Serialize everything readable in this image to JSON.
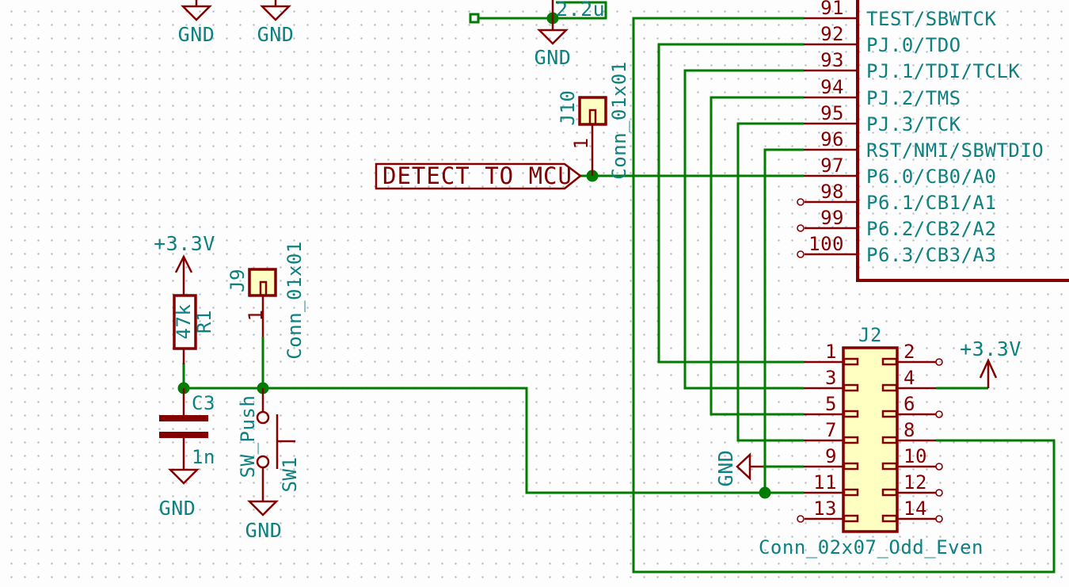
{
  "app": {
    "view": "schematic-canvas"
  },
  "colors": {
    "symbol_outline": "#840000",
    "wire_green": "#007d00",
    "text_teal": "#0d8080",
    "fill_yellow": "#ffffc2",
    "background": "#fdfdfd"
  },
  "power": {
    "gnd": "GND",
    "v33": "+3.3V"
  },
  "labels": {
    "detect_to_mcu": "DETECT_TO_MCU"
  },
  "capacitor_top": {
    "value": "2.2u"
  },
  "resistor_r1": {
    "ref": "R1",
    "value": "47k"
  },
  "capacitor_c3": {
    "ref": "C3",
    "value": "1n"
  },
  "switch_sw1": {
    "ref": "SW1",
    "value": "SW_Push"
  },
  "connector_j9": {
    "ref": "J9",
    "value": "Conn_01x01",
    "pin1": "1"
  },
  "connector_j10": {
    "ref": "J10",
    "value": "Conn_01x01",
    "pin1": "1"
  },
  "connector_j2": {
    "ref": "J2",
    "value": "Conn_02x07_Odd_Even",
    "odd": [
      "1",
      "3",
      "5",
      "7",
      "9",
      "11",
      "13"
    ],
    "even": [
      "2",
      "4",
      "6",
      "8",
      "10",
      "12",
      "14"
    ]
  },
  "mcu": {
    "pins": [
      {
        "num": "91",
        "name": "TEST/SBWTCK"
      },
      {
        "num": "92",
        "name": "PJ.0/TDO"
      },
      {
        "num": "93",
        "name": "PJ.1/TDI/TCLK"
      },
      {
        "num": "94",
        "name": "PJ.2/TMS"
      },
      {
        "num": "95",
        "name": "PJ.3/TCK"
      },
      {
        "num": "96",
        "name": "RST/NMI/SBWTDIO"
      },
      {
        "num": "97",
        "name": "P6.0/CB0/A0"
      },
      {
        "num": "98",
        "name": "P6.1/CB1/A1"
      },
      {
        "num": "99",
        "name": "P6.2/CB2/A2"
      },
      {
        "num": "100",
        "name": "P6.3/CB3/A3"
      }
    ]
  }
}
